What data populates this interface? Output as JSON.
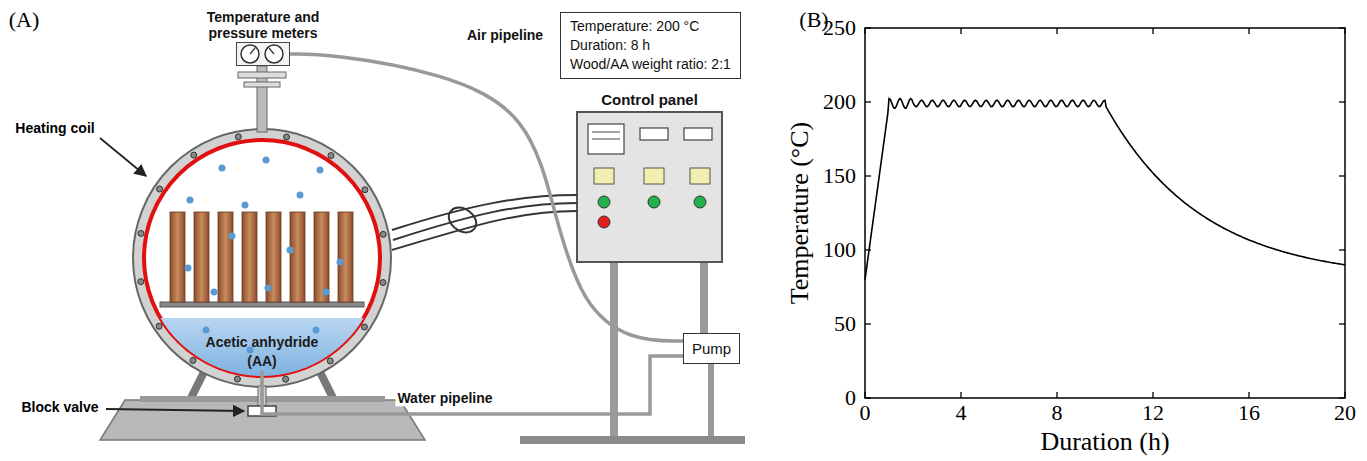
{
  "diagram": {
    "nodes": [
      {
        "text": [
          "Temperature and pressure meters"
        ]
      },
      {
        "text": [
          "Acetic anhydride (AA)"
        ]
      },
      {
        "text": [
          "Temperature: 200 °C",
          "Duration: 8 h",
          "Wood/AA weight ratio: 2:1"
        ]
      },
      {
        "text": [
          "Control panel"
        ]
      },
      {
        "text": [
          "Pump"
        ]
      }
    ],
    "edges": [
      {
        "from": 0,
        "to": 4,
        "arrow": "none",
        "label": "Air pipeline"
      },
      {
        "from": 1,
        "to": 4,
        "arrow": "none",
        "label": "Water pipeline"
      }
    ],
    "labels": [
      "(A)",
      "(B)",
      "Heating coil",
      "Block valve",
      "0",
      "50",
      "100",
      "150",
      "200",
      "250",
      "0",
      "4",
      "8",
      "12",
      "16",
      "20",
      "Temperature (°C)",
      "Duration (h)"
    ]
  }
}
